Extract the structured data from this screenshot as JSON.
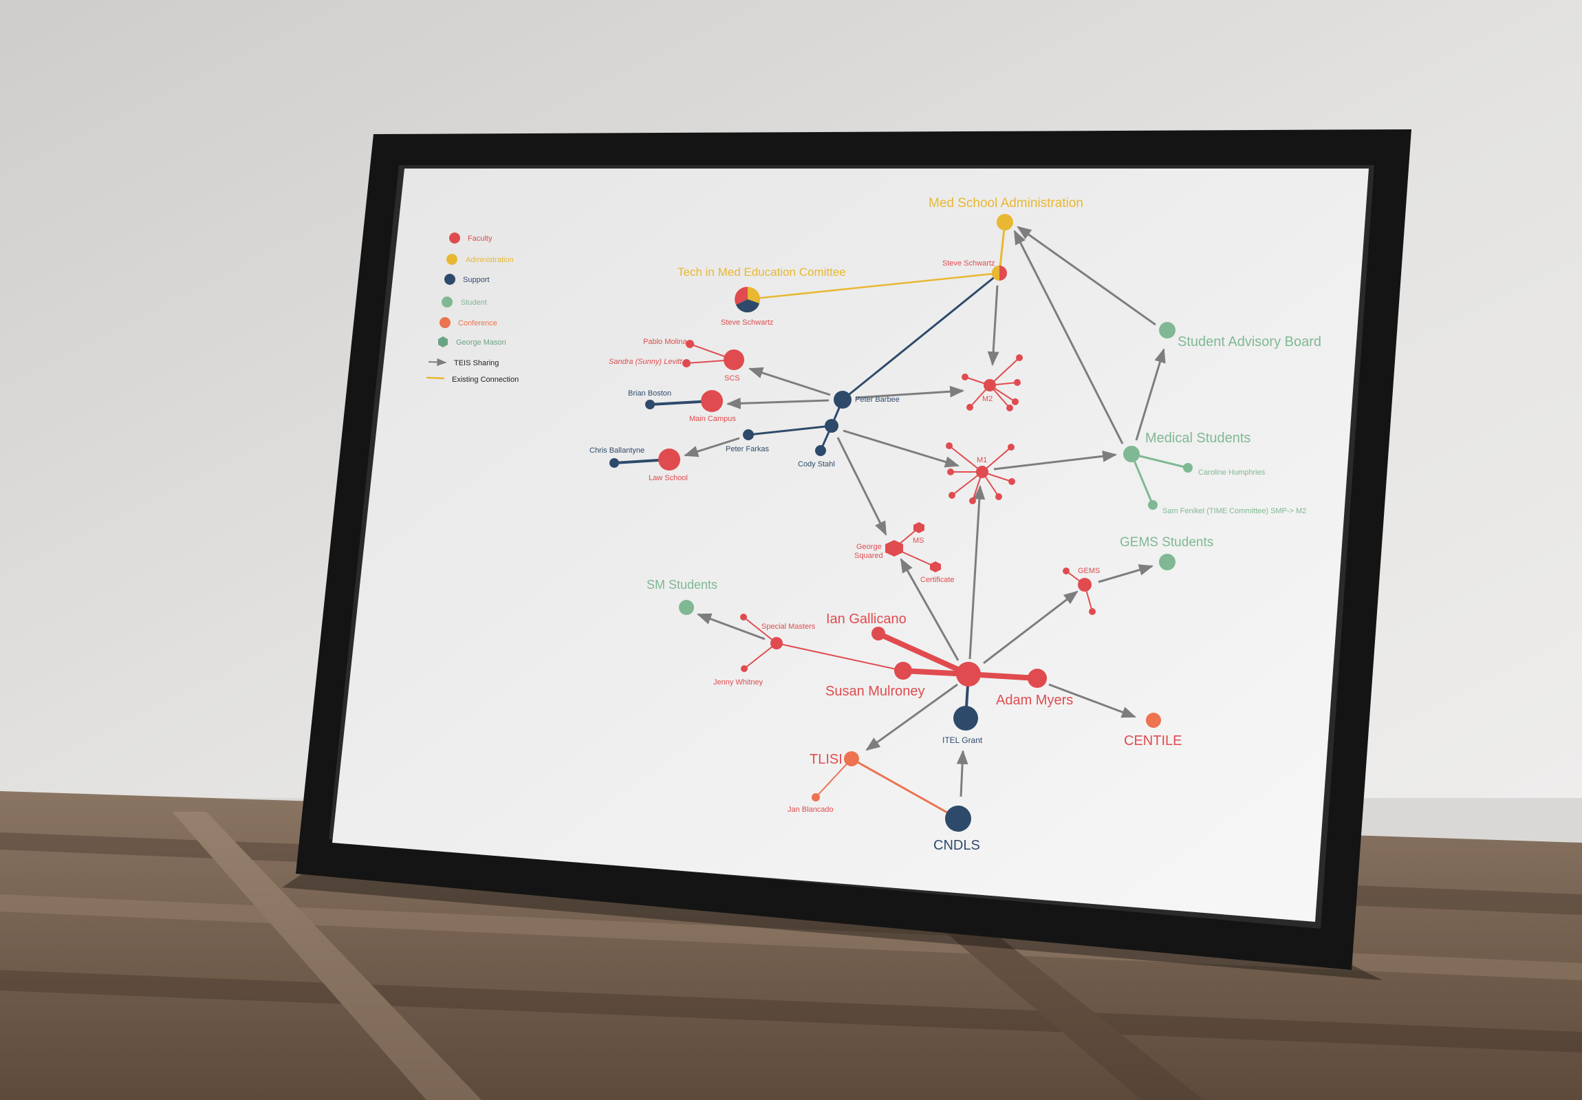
{
  "colors": {
    "faculty": "#e04b4f",
    "administration": "#e8b832",
    "support": "#2e4a6b",
    "student": "#7fb893",
    "conference": "#ec7250",
    "george_mason": "#6aa383",
    "sharing_arrow": "#7d7d7d",
    "existing_connection": "#e8b832"
  },
  "legend": {
    "faculty": "Faculty",
    "administration": "Administration",
    "support": "Support",
    "student": "Student",
    "conference": "Conference",
    "george_mason": "George Mason",
    "teis_sharing": "TEIS Sharing",
    "existing_connection": "Existing Connection"
  },
  "labels": {
    "med_school_admin": "Med School Administration",
    "tech_committee": "Tech in Med Education Comittee",
    "steve_schwartz_top": "Steve Schwartz",
    "steve_schwartz_pie": "Steve Schwartz",
    "student_advisory_board": "Student Advisory Board",
    "pablo_molina": "Pablo Molina",
    "sandra_levitt": "Sandra (Sunny) Levitt",
    "scs": "SCS",
    "brian_boston": "Brian Boston",
    "main_campus": "Main Campus",
    "peter_barbee": "Peter Barbee",
    "m2": "M2",
    "chris_ballantyne": "Chris Ballantyne",
    "law_school": "Law School",
    "peter_farkas": "Peter Farkas",
    "cody_stahl": "Cody Stahl",
    "m1": "M1",
    "medical_students": "Medical Students",
    "caroline_humphries": "Caroline Humphries",
    "sam_fenikel": "Sam Fenikel (TIME Committee) SMP-> M2",
    "ms": "MS",
    "george_squared_1": "George",
    "george_squared_2": "Squared",
    "certificate": "Certificate",
    "gems_students": "GEMS Students",
    "gems": "GEMS",
    "sm_students": "SM Students",
    "special_masters": "Special Masters",
    "ian_gallicano": "Ian Gallicano",
    "jenny_whitney": "Jenny Whitney",
    "susan_mulroney": "Susan Mulroney",
    "adam_myers": "Adam Myers",
    "itel_grant": "ITEL Grant",
    "centile": "CENTILE",
    "tlisi": "TLISI",
    "jan_blancado": "Jan Blancado",
    "cndls": "CNDLS"
  }
}
